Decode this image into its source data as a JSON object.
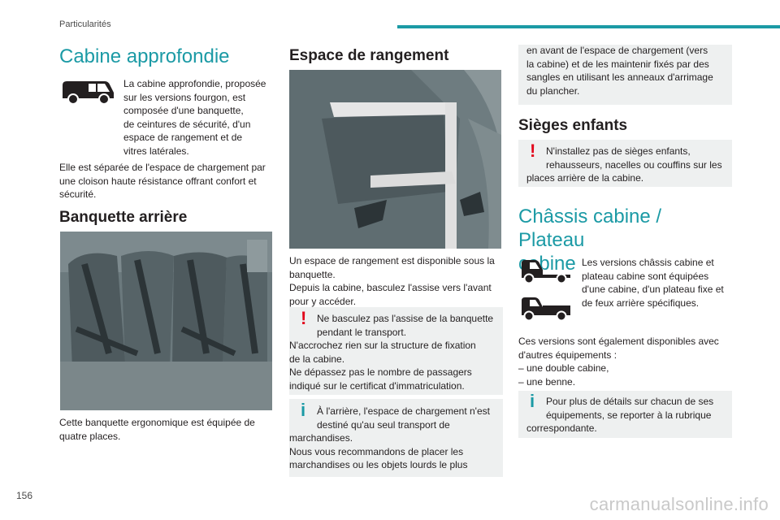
{
  "header": {
    "section": "Particularités",
    "page_number": "156"
  },
  "col1": {
    "title": "Cabine approfondie",
    "icon": "van-icon",
    "intro": [
      "La cabine approfondie, proposée",
      "sur les versions fourgon, est",
      "composée d'une banquette,",
      "de ceintures de sécurité, d'un",
      "espace de rangement et de",
      "vitres latérales."
    ],
    "body": [
      "Elle est séparée de l'espace de chargement par",
      "une cloison haute résistance offrant confort et",
      "sécurité."
    ],
    "banquette_title": "Banquette arrière",
    "banquette_caption": [
      "Cette banquette ergonomique est équipée de",
      "quatre places."
    ]
  },
  "col2": {
    "title": "Espace de rangement",
    "body": [
      "Un espace de rangement est disponible sous la",
      "banquette.",
      "Depuis la cabine, basculez l'assise vers l'avant",
      "pour y accéder."
    ],
    "warning": [
      "Ne basculez pas l'assise de la banquette",
      "pendant le transport.",
      "N'accrochez rien sur la structure de fixation",
      "de la cabine.",
      "Ne dépassez pas le nombre de passagers",
      "indiqué sur le certificat d'immatriculation."
    ],
    "info": [
      "À l'arrière, l'espace de chargement n'est",
      "destiné qu'au seul transport de",
      "marchandises.",
      "Nous vous recommandons de placer les",
      "marchandises ou les objets lourds le plus"
    ]
  },
  "col3": {
    "info_cont": [
      "en avant de l'espace de chargement (vers",
      "la cabine) et de les maintenir fixés par des",
      "sangles en utilisant les anneaux d'arrimage",
      "du plancher."
    ],
    "sieges_title": "Sièges enfants",
    "sieges_warning": [
      "N'installez pas de sièges enfants,",
      "rehausseurs, nacelles ou couffins sur les",
      "places arrière de la cabine."
    ],
    "chassis_title": [
      "Châssis cabine / Plateau",
      "cabine"
    ],
    "chassis_intro": [
      "Les versions châssis cabine et",
      "plateau cabine sont équipées",
      "d'une cabine, d'un plateau fixe et",
      "de feux arrière spécifiques."
    ],
    "chassis_body": [
      "Ces versions sont également disponibles avec",
      "d'autres équipements :",
      "–  une double cabine,",
      "–  une benne."
    ],
    "chassis_info": [
      "Pour plus de détails sur chacun de ses",
      "équipements, se reporter à la rubrique",
      "correspondante."
    ]
  },
  "icons": {
    "warning": "!",
    "info": "i"
  },
  "colors": {
    "accent": "#1b9aa5",
    "warning": "#e2061b",
    "box_bg": "#eef0f0"
  },
  "watermark": "carmanualsonline.info"
}
